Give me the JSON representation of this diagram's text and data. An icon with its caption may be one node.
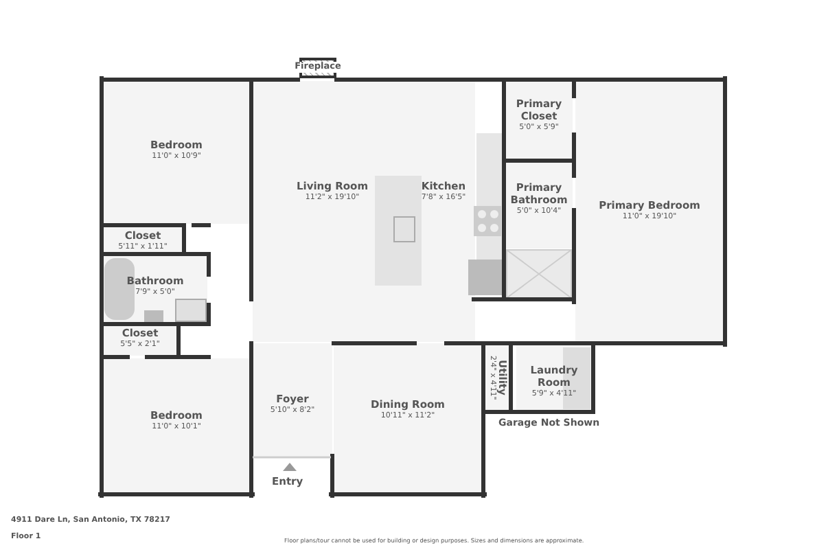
{
  "diagram": {
    "nodes": [
      {
        "text": [
          "Fireplace"
        ]
      },
      {
        "text": [
          "Bedroom",
          "11'0\" x 10'9\""
        ]
      },
      {
        "text": [
          "Living Room",
          "11'2\" x 19'10\""
        ]
      },
      {
        "text": [
          "Kitchen",
          "7'8\" x 16'5\""
        ]
      },
      {
        "text": [
          "Primary Closet",
          "5'0\" x 5'9\""
        ]
      },
      {
        "text": [
          "Primary Bedroom",
          "11'0\" x 19'10\""
        ]
      },
      {
        "text": [
          "Primary Bathroom",
          "5'0\" x 10'4\""
        ]
      },
      {
        "text": [
          "Closet",
          "5'11\" x 1'11\""
        ]
      },
      {
        "text": [
          "Bathroom",
          "7'9\" x 5'0\""
        ]
      },
      {
        "text": [
          "Closet",
          "5'5\" x 2'1\""
        ]
      },
      {
        "text": [
          "Foyer",
          "5'10\" x 8'2\""
        ]
      },
      {
        "text": [
          "Dining Room",
          "10'11\" x 11'2\""
        ]
      },
      {
        "text": [
          "Utility",
          "2'4\" x 4'11\""
        ]
      },
      {
        "text": [
          "Laundry Room",
          "5'9\" x 4'11\""
        ]
      },
      {
        "text": [
          "Bedroom",
          "11'0\" x 10'1\""
        ]
      }
    ],
    "labels": [
      "Entry",
      "Garage Not Shown",
      "4911 Dare Ln, San Antonio, TX 78217",
      "Floor 1",
      "Floor plans/tour cannot be used for building or design purposes. Sizes and dimensions are approximate."
    ]
  }
}
